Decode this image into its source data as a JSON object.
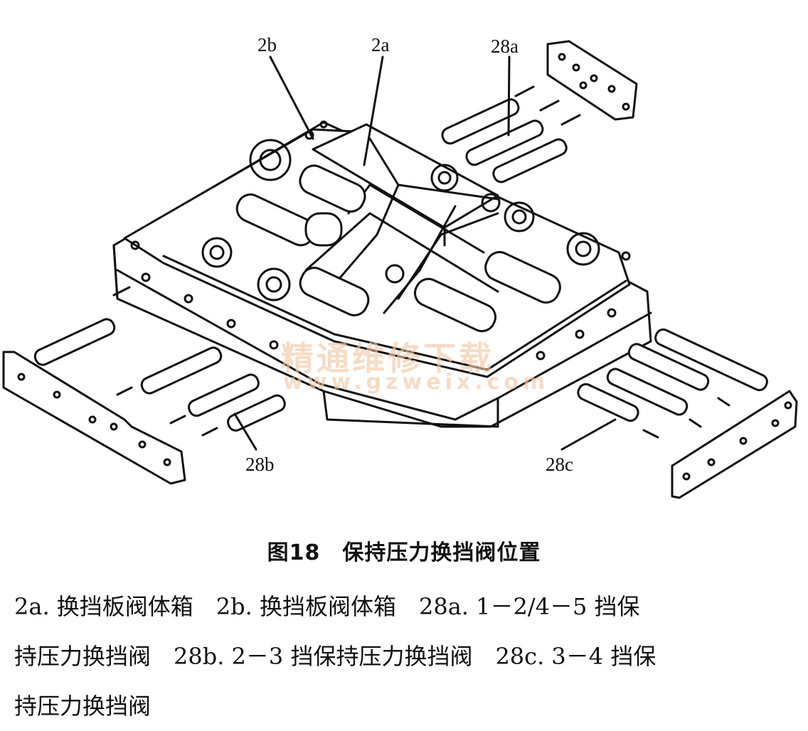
{
  "figure": {
    "labels": {
      "label_2b": "2b",
      "label_2a": "2a",
      "label_28a": "28a",
      "label_28b": "28b",
      "label_28c": "28c"
    },
    "watermark": {
      "cn": "精通维修下载",
      "url": "www.gzweix.com"
    }
  },
  "caption": "图18　保持压力换挡阀位置",
  "legend": {
    "line1": "2a. 换挡板阀体箱　2b. 换挡板阀体箱　28a. 1－2/4－5 挡保",
    "line2": "持压力换挡阀　28b. 2－3 挡保持压力换挡阀　28c. 3－4 挡保",
    "line3": "持压力换挡阀"
  }
}
